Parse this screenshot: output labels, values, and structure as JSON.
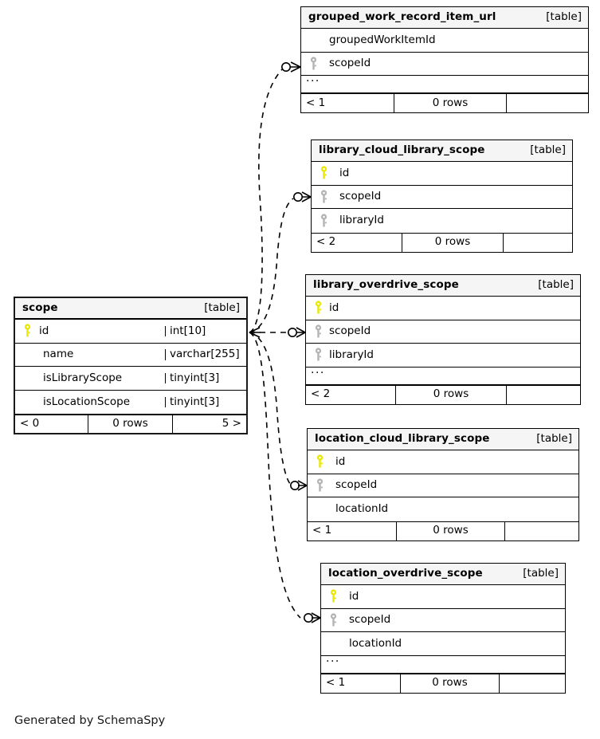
{
  "diagram": {
    "kind_label": "[table]",
    "footnote": "Generated by SchemaSpy",
    "colors": {
      "primary_key": "#e8e800",
      "foreign_key": "#b3b3b3",
      "header_bg": "#f5f5f5",
      "line": "#000000",
      "background": "#ffffff"
    }
  },
  "tables": [
    {
      "name": "grouped_work_record_item_url",
      "kind": "[table]",
      "focal": false,
      "columns": [
        {
          "name": "groupedWorkItemId",
          "key": "none",
          "type": ""
        },
        {
          "name": "scopeId",
          "key": "foreign",
          "type": ""
        }
      ],
      "has_ellipsis": true,
      "ellipsis": "...",
      "footer": {
        "left": "< 1",
        "center": "0 rows",
        "right": ""
      }
    },
    {
      "name": "library_cloud_library_scope",
      "kind": "[table]",
      "focal": false,
      "columns": [
        {
          "name": "id",
          "key": "primary",
          "type": ""
        },
        {
          "name": "scopeId",
          "key": "foreign",
          "type": ""
        },
        {
          "name": "libraryId",
          "key": "foreign",
          "type": ""
        }
      ],
      "has_ellipsis": false,
      "ellipsis": "",
      "footer": {
        "left": "< 2",
        "center": "0 rows",
        "right": ""
      }
    },
    {
      "name": "library_overdrive_scope",
      "kind": "[table]",
      "focal": false,
      "columns": [
        {
          "name": "id",
          "key": "primary",
          "type": ""
        },
        {
          "name": "scopeId",
          "key": "foreign",
          "type": ""
        },
        {
          "name": "libraryId",
          "key": "foreign",
          "type": ""
        }
      ],
      "has_ellipsis": true,
      "ellipsis": "...",
      "footer": {
        "left": "< 2",
        "center": "0 rows",
        "right": ""
      }
    },
    {
      "name": "scope",
      "kind": "[table]",
      "focal": true,
      "columns": [
        {
          "name": "id",
          "key": "primary",
          "type": "int[10]"
        },
        {
          "name": "name",
          "key": "none",
          "type": "varchar[255]"
        },
        {
          "name": "isLibraryScope",
          "key": "none",
          "type": "tinyint[3]"
        },
        {
          "name": "isLocationScope",
          "key": "none",
          "type": "tinyint[3]"
        }
      ],
      "has_ellipsis": false,
      "ellipsis": "",
      "footer": {
        "left": "< 0",
        "center": "0 rows",
        "right": "5 >"
      }
    },
    {
      "name": "location_cloud_library_scope",
      "kind": "[table]",
      "focal": false,
      "columns": [
        {
          "name": "id",
          "key": "primary",
          "type": ""
        },
        {
          "name": "scopeId",
          "key": "foreign",
          "type": ""
        },
        {
          "name": "locationId",
          "key": "none",
          "type": ""
        }
      ],
      "has_ellipsis": false,
      "ellipsis": "",
      "footer": {
        "left": "< 1",
        "center": "0 rows",
        "right": ""
      }
    },
    {
      "name": "location_overdrive_scope",
      "kind": "[table]",
      "focal": false,
      "columns": [
        {
          "name": "id",
          "key": "primary",
          "type": ""
        },
        {
          "name": "scopeId",
          "key": "foreign",
          "type": ""
        },
        {
          "name": "locationId",
          "key": "none",
          "type": ""
        }
      ],
      "has_ellipsis": true,
      "ellipsis": "...",
      "footer": {
        "left": "< 1",
        "center": "0 rows",
        "right": ""
      }
    }
  ],
  "relationships": [
    {
      "from": "scope.id",
      "to": "grouped_work_record_item_url.scopeId",
      "style": "dashed",
      "cardinality": "zero-or-many"
    },
    {
      "from": "scope.id",
      "to": "library_cloud_library_scope.scopeId",
      "style": "dashed",
      "cardinality": "zero-or-many"
    },
    {
      "from": "scope.id",
      "to": "library_overdrive_scope.scopeId",
      "style": "dashed",
      "cardinality": "zero-or-many"
    },
    {
      "from": "scope.id",
      "to": "location_cloud_library_scope.scopeId",
      "style": "dashed",
      "cardinality": "zero-or-many"
    },
    {
      "from": "scope.id",
      "to": "location_overdrive_scope.scopeId",
      "style": "dashed",
      "cardinality": "zero-or-many"
    }
  ]
}
